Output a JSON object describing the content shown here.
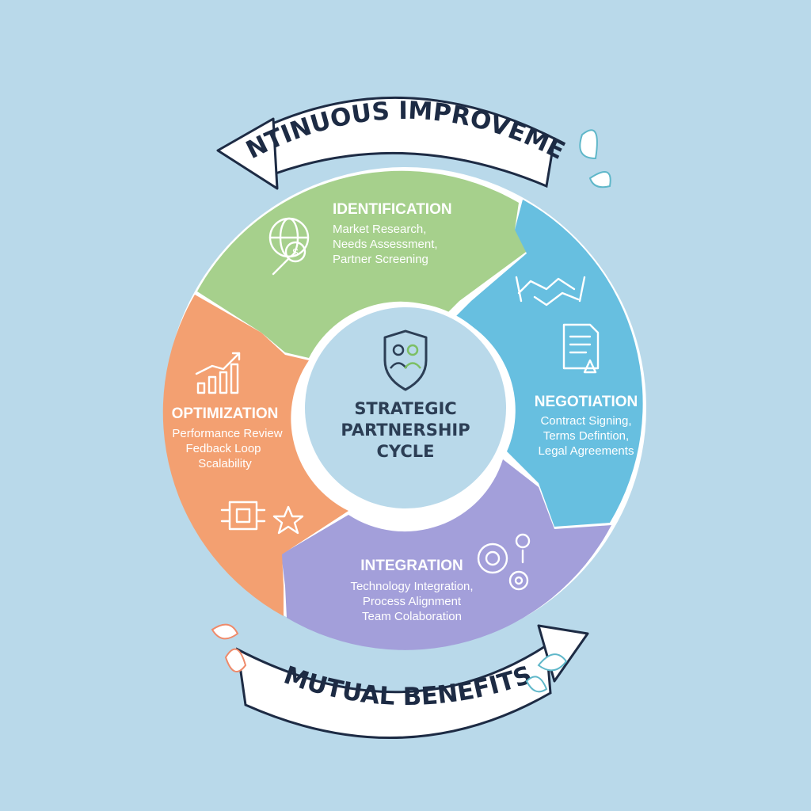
{
  "center": {
    "title_lines": [
      "STRATEGIC",
      "PARTNERSHIP",
      "CYCLE"
    ]
  },
  "top_banner": {
    "label": "CONTINUOUS IMPROVEMENT"
  },
  "bottom_banner": {
    "label": "MUTUAL BENEFITS"
  },
  "stages": {
    "identification": {
      "title": "IDENTIFICATION",
      "items": [
        "Market Research,",
        "Needs Assessment,",
        "Partner Screening"
      ],
      "color": "#a6d08c"
    },
    "negotiation": {
      "title": "NEGOTIATION",
      "items": [
        "Contract Signing,",
        "Terms Defintion,",
        "Legal Agreements"
      ],
      "color": "#67bfe0"
    },
    "integration": {
      "title": "INTEGRATION",
      "items": [
        "Technology Integration,",
        "Process Alignment",
        "Team Colaboration"
      ],
      "color": "#a39fda"
    },
    "optimization": {
      "title": "OPTIMIZATION",
      "items": [
        "Performance Review",
        "Fedback Loop",
        "Scalability"
      ],
      "color": "#f3a071"
    }
  },
  "icons": {
    "identification": "globe-magnifier-dollar-icon",
    "negotiation": [
      "handshake-icon",
      "contract-document-icon"
    ],
    "integration": "gears-icon",
    "optimization": [
      "growth-chart-icon",
      "chip-icon",
      "star-icon"
    ],
    "center": "shield-people-icon"
  },
  "colors": {
    "background": "#b9d9ea",
    "ring_outline": "#ffffff",
    "banner_text": "#1d2b44"
  }
}
